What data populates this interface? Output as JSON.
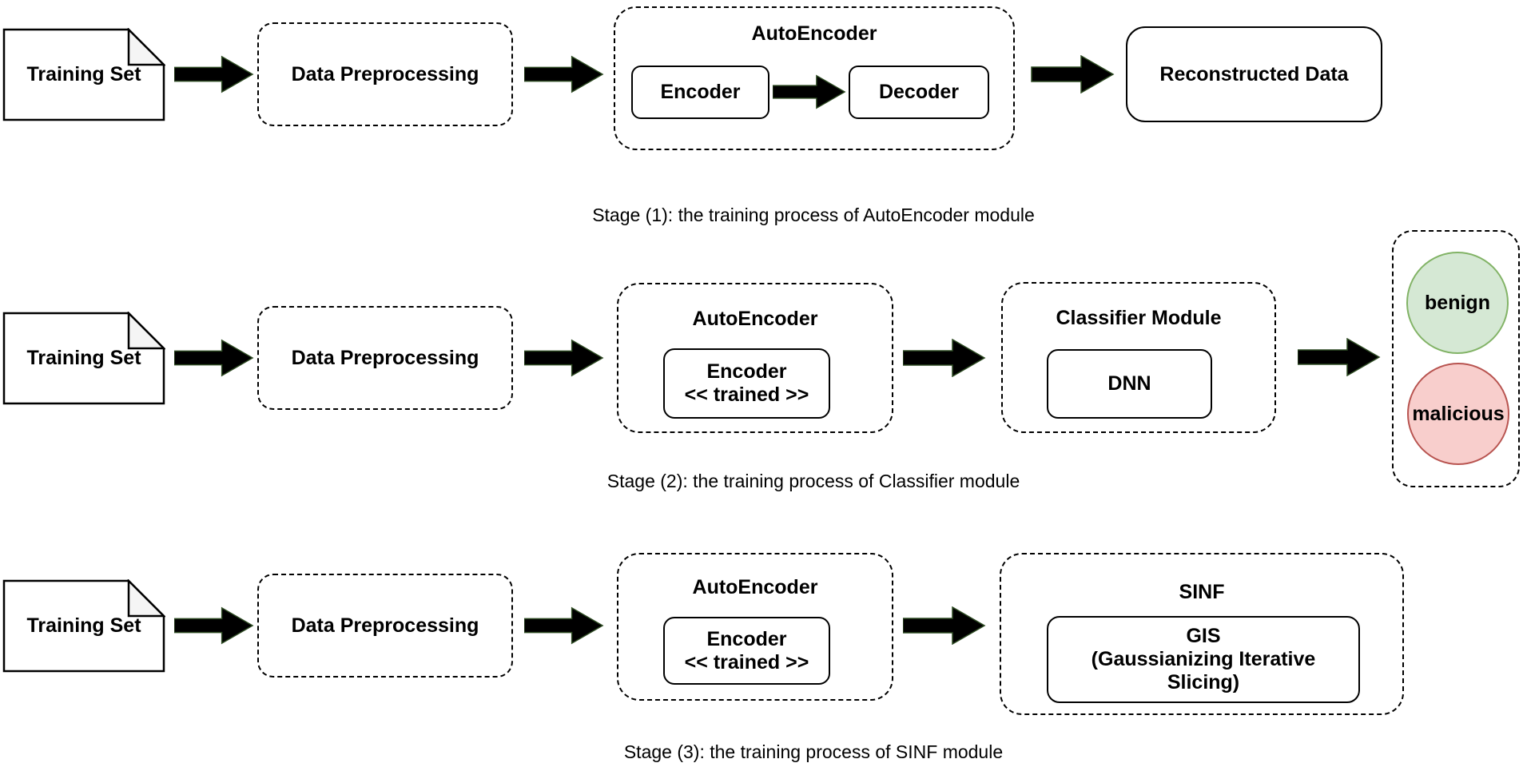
{
  "colors": {
    "benign_fill": "#d5e8d4",
    "benign_stroke": "#82b366",
    "malicious_fill": "#f8cecc",
    "malicious_stroke": "#b85450",
    "arrow_fill": "#000000",
    "arrow_stroke": "#2d4a22",
    "doc_fold_fill": "#f5f5f5"
  },
  "stage1": {
    "training_set_label": "Training Set",
    "preprocessing_label": "Data Preprocessing",
    "autoencoder_title": "AutoEncoder",
    "encoder_label": "Encoder",
    "decoder_label": "Decoder",
    "output_label": "Reconstructed Data",
    "caption": "Stage (1): the training process of AutoEncoder module"
  },
  "stage2": {
    "training_set_label": "Training Set",
    "preprocessing_label": "Data Preprocessing",
    "autoencoder_title": "AutoEncoder",
    "encoder_line1": "Encoder",
    "encoder_line2": "<< trained >>",
    "classifier_title": "Classifier Module",
    "classifier_inner_label": "DNN",
    "output_benign": "benign",
    "output_malicious": "malicious",
    "caption": "Stage (2): the training process of Classifier module"
  },
  "stage3": {
    "training_set_label": "Training Set",
    "preprocessing_label": "Data Preprocessing",
    "autoencoder_title": "AutoEncoder",
    "encoder_line1": "Encoder",
    "encoder_line2": "<< trained >>",
    "sinf_title": "SINF",
    "gis_line1": "GIS",
    "gis_line2": "(Gaussianizing Iterative",
    "gis_line3": "Slicing)",
    "caption": "Stage (3): the training process of SINF module"
  }
}
